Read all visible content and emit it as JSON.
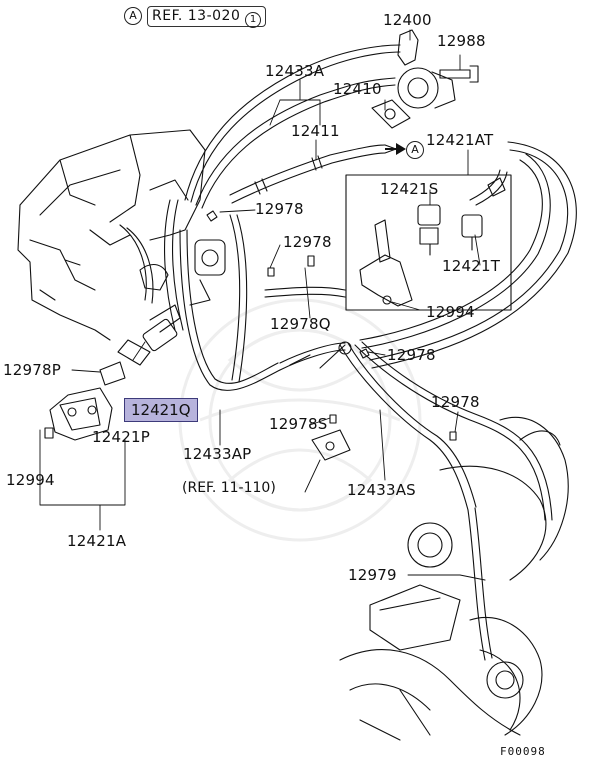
{
  "diagram": {
    "ref_top": {
      "marker": "A",
      "text": "REF. 13-020",
      "suffix": "1"
    },
    "ref_bottom": "(REF. 11-110)",
    "arrow_marker": "A",
    "code": "F00098",
    "highlight_color": "#b7b3dc",
    "labels": {
      "p12400": "12400",
      "p12988": "12988",
      "p12433A": "12433A",
      "p12410": "12410",
      "p12411": "12411",
      "p12421AT": "12421AT",
      "p12978_a": "12978",
      "p12421S": "12421S",
      "p12978_b": "12978",
      "p12421T": "12421T",
      "p12978Q": "12978Q",
      "p12994_a": "12994",
      "p12978_c": "12978",
      "p12978P": "12978P",
      "p12421Q": "12421Q",
      "p12978_d": "12978",
      "p12421P": "12421P",
      "p12978S": "12978S",
      "p12433AP": "12433AP",
      "p12994_b": "12994",
      "p12433AS": "12433AS",
      "p12421A": "12421A",
      "p12979": "12979"
    }
  }
}
